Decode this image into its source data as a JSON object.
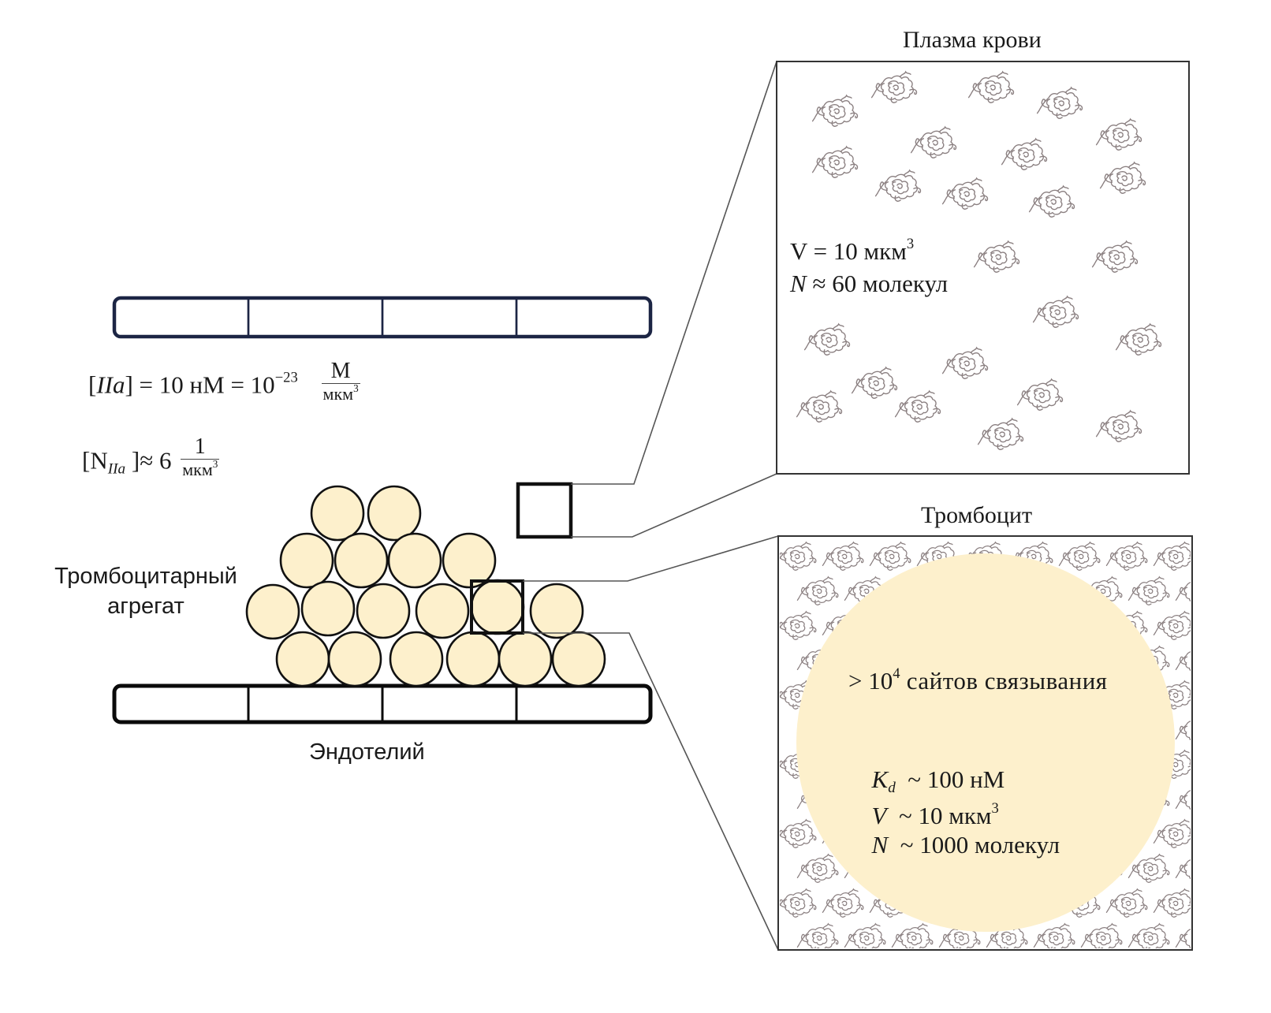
{
  "colors": {
    "platelet_fill": "#fdf0cc",
    "platelet_stroke": "#111111",
    "vessel_top_stroke": "#1c2544",
    "vessel_bottom_stroke": "#0a0a0a",
    "connector": "#555555",
    "protein": "#8a7f80"
  },
  "vessel_top": {
    "cells": 4
  },
  "formula_concentration": {
    "open": "[",
    "species": "IIa",
    "close": "] = 10 нМ = 10",
    "exponent": "−23",
    "frac_num": "М",
    "frac_den": "мкм",
    "frac_den_exp": "3"
  },
  "formula_count": {
    "open": "[N",
    "sub": "IIa",
    "close": " ]≈ 6",
    "frac_num": "1",
    "frac_den": "мкм",
    "frac_den_exp": "3"
  },
  "aggregate_label_line1": "Тромбоцитарный",
  "aggregate_label_line2": "агрегат",
  "endothelium": {
    "label": "Эндотелий",
    "cells": 4
  },
  "plasma_panel": {
    "title": "Плазма крови",
    "volume_prefix": "V = 10 мкм",
    "volume_exp": "3",
    "count_symbol": "N",
    "count_text": " ≈ 60 молекул"
  },
  "platelet_panel": {
    "title": "Тромбоцит",
    "sites_prefix": "> 10",
    "sites_exp": "4",
    "sites_text": " сайтов связывания",
    "kd_symbol": "K",
    "kd_sub": "d",
    "kd_text": "  ~ 100 нМ",
    "v_symbol": "V",
    "v_text": "  ~ 10 мкм",
    "v_exp": "3",
    "n_symbol": "N",
    "n_text": "  ~ 1000 молекул"
  }
}
